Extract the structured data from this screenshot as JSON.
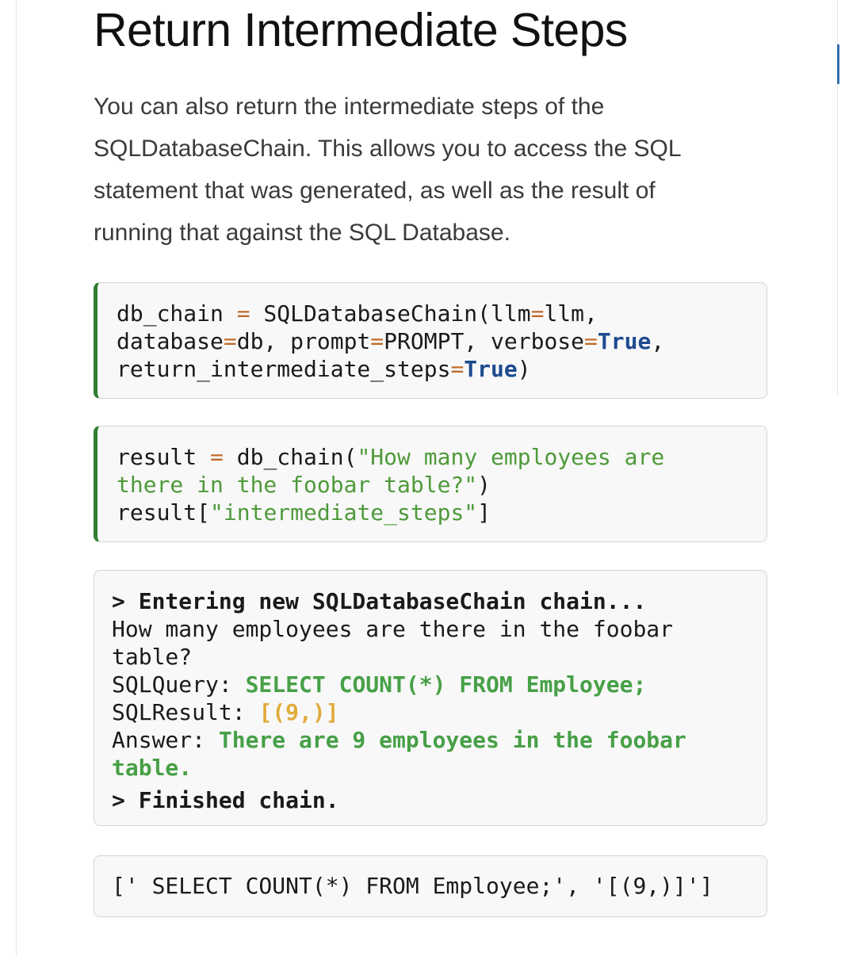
{
  "section": {
    "title": "Return Intermediate Steps",
    "intro_lines": [
      "You can also return the intermediate steps of the",
      "SQLDatabaseChain. This allows you to access the SQL",
      "statement that was generated, as well as the result of",
      "running that against the SQL Database."
    ]
  },
  "code_cell_1": {
    "line1": {
      "var": "db_chain ",
      "eq": "=",
      "call": " SQLDatabaseChain(llm",
      "eq2": "=",
      "arg": "llm,"
    },
    "line2": {
      "p1": "database",
      "eq1": "=",
      "p2": "db, prompt",
      "eq2": "=",
      "p3": "PROMPT, verbose",
      "eq3": "=",
      "kw": "True",
      "p4": ","
    },
    "line3": {
      "p1": "return_intermediate_steps",
      "eq": "=",
      "kw": "True",
      "p2": ")"
    }
  },
  "code_cell_2": {
    "line1": {
      "var": "result ",
      "eq": "=",
      "call": " db_chain(",
      "str": "\"How many employees are"
    },
    "line2": {
      "str": "there in the foobar table?\"",
      "p": ")"
    },
    "line3": {
      "p1": "result[",
      "str": "\"intermediate_steps\"",
      "p2": "]"
    }
  },
  "output_1": {
    "entering": "> Entering new SQLDatabaseChain chain...",
    "question_line1": "How many employees are there in the foobar",
    "question_line2": "table?",
    "sql_query_label": "SQLQuery: ",
    "sql_query": "SELECT COUNT(*) FROM Employee;",
    "sql_result_label": "SQLResult: ",
    "sql_result": "[(9,)]",
    "answer_label": "Answer: ",
    "answer_line1": "There are 9 employees in the foobar",
    "answer_line2": "table.",
    "finished": "> Finished chain."
  },
  "output_2": {
    "text": "[' SELECT COUNT(*) FROM Employee;', '[(9,)]']"
  },
  "colors": {
    "cell_accent": "#2e7d32",
    "keyword": "#1d4b8f",
    "operator": "#c06a2a",
    "string": "#4e9a3a",
    "sql_green": "#47a047",
    "result_yellow": "#e0ab3a",
    "scroll_marker": "#2f6fb3"
  }
}
